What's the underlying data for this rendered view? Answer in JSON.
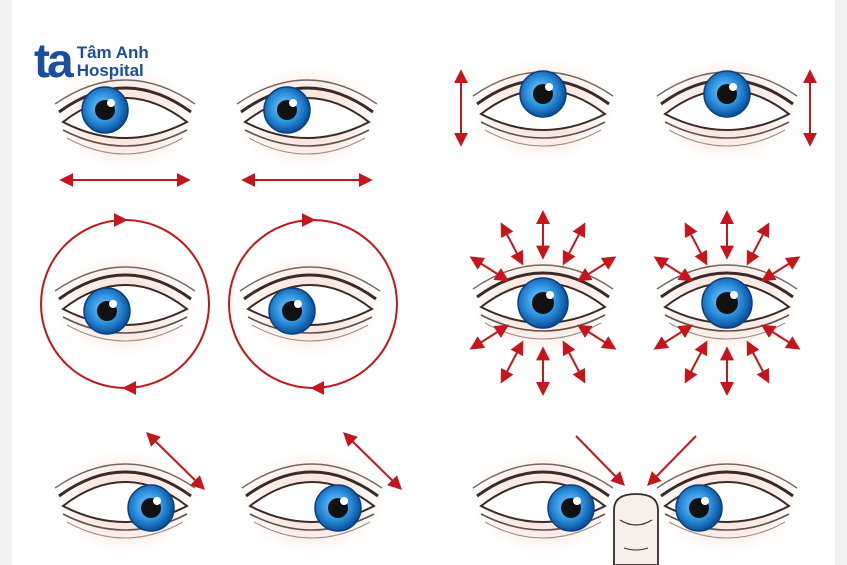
{
  "brand": {
    "mark": "ta",
    "name_line1": "Tâm Anh",
    "name_line2": "Hospital",
    "color": "#1a4f9c"
  },
  "colors": {
    "arrow": "#c4161c",
    "iris_outer": "#0a64b8",
    "iris_inner": "#4fb3ee",
    "skin_glow": "#f3d6c8"
  },
  "exercises": [
    {
      "id": "look-left-right",
      "icon": "horizontal-double-arrow-icon"
    },
    {
      "id": "look-up-down",
      "icon": "vertical-double-arrow-icon"
    },
    {
      "id": "roll-eyes",
      "icon": "circular-arrow-icon"
    },
    {
      "id": "blink-squeeze",
      "icon": "radiating-arrows-icon"
    },
    {
      "id": "look-diagonal",
      "icon": "diagonal-double-arrow-icon"
    },
    {
      "id": "focus-on-finger",
      "icon": "converging-arrows-icon"
    }
  ]
}
